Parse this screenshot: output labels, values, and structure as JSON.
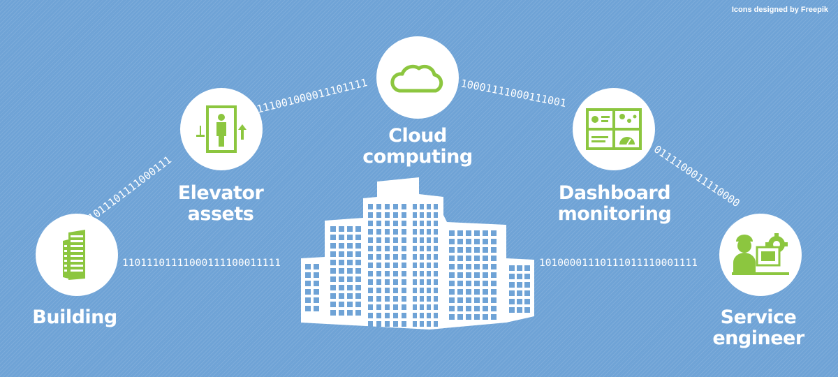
{
  "credit": "Icons designed by Freepik",
  "colors": {
    "background": "#6fa3d6",
    "icon_green": "#8cc63f",
    "white": "#ffffff"
  },
  "binary": {
    "building_to_elevator": "1011101111000111",
    "elevator_to_cloud": "111001000011101111",
    "cloud_to_dashboard": "10001111000111001",
    "dashboard_to_engineer": "0111100011110000",
    "building_to_hq": "11011101111000111100011111",
    "hq_to_engineer": "10100001110111011110001111"
  },
  "nodes": [
    {
      "id": "building",
      "icon": "building-icon",
      "label_line1": "Building",
      "label_line2": ""
    },
    {
      "id": "elevator",
      "icon": "elevator-icon",
      "label_line1": "Elevator",
      "label_line2": "assets"
    },
    {
      "id": "cloud",
      "icon": "cloud-icon",
      "label_line1": "Cloud",
      "label_line2": "computing"
    },
    {
      "id": "dashboard",
      "icon": "dashboard-icon",
      "label_line1": "Dashboard",
      "label_line2": "monitoring"
    },
    {
      "id": "engineer",
      "icon": "service-engineer-icon",
      "label_line1": "Service",
      "label_line2": "engineer"
    }
  ],
  "center_icon": "office-building-icon"
}
